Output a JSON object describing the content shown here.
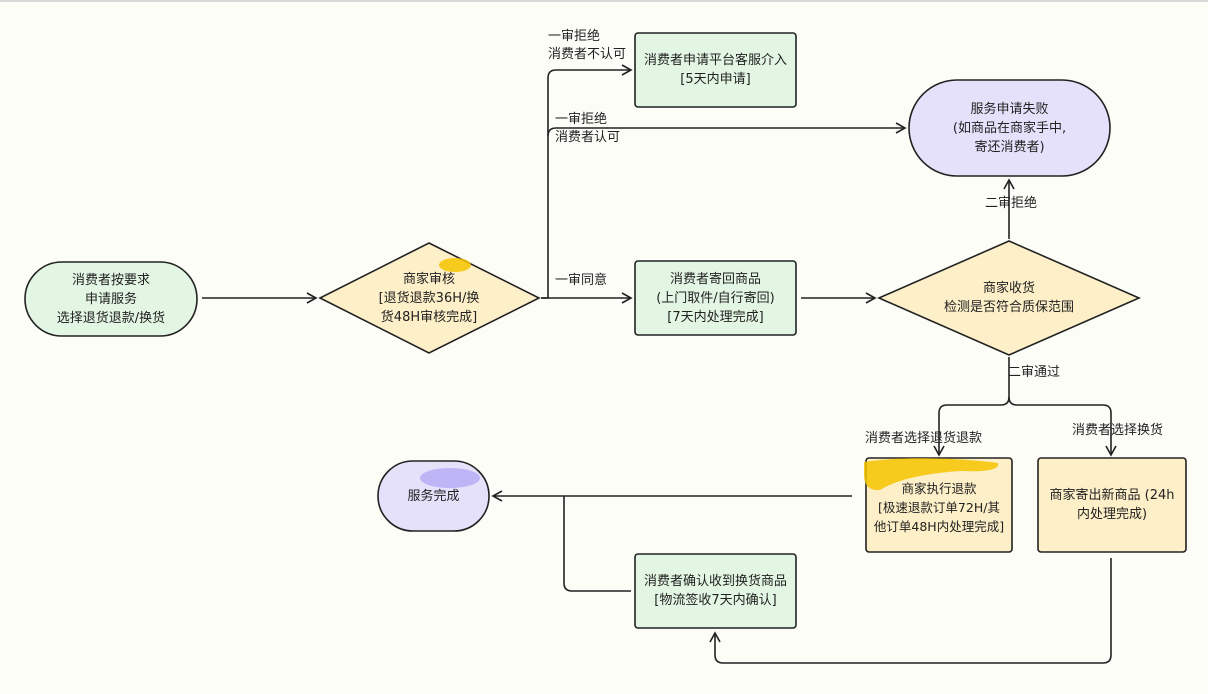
{
  "nodes": {
    "start": "消费者按要求\n申请服务\n选择退货退款/换货",
    "merchant_review": "商家审核\n[退货退款36H/换\n货48H审核完成]",
    "platform_intervene": "消费者申请平台客服介入\n[5天内申请]",
    "service_fail": "服务申请失败\n(如商品在商家手中,\n寄还消费者)",
    "return_goods": "消费者寄回商品\n(上门取件/自行寄回)\n[7天内处理完成]",
    "merchant_receive": "商家收货\n检测是否符合质保范围",
    "refund": "商家执行退款\n[极速退款订单72H/其\n他订单48H内处理完成]",
    "ship_new": "商家寄出新商品 (24h\n内处理完成)",
    "confirm_receipt": "消费者确认收到换货商品\n[物流签收7天内确认]",
    "service_done": "服务完成"
  },
  "edges": {
    "reject1_disagree": "一审拒绝\n消费者不认可",
    "reject1_agree": "一审拒绝\n消费者认可",
    "approve1": "一审同意",
    "reject2": "二审拒绝",
    "pass2": "二审通过",
    "choose_refund": "消费者选择退货退款",
    "choose_exchange": "消费者选择换货"
  },
  "colors": {
    "green": "#e3f5e3",
    "yellow": "#fdefc8",
    "purple": "#e6e1fb",
    "highlight_yellow": "#f5c400",
    "highlight_purple": "#b8b0f5",
    "stroke": "#222222"
  }
}
